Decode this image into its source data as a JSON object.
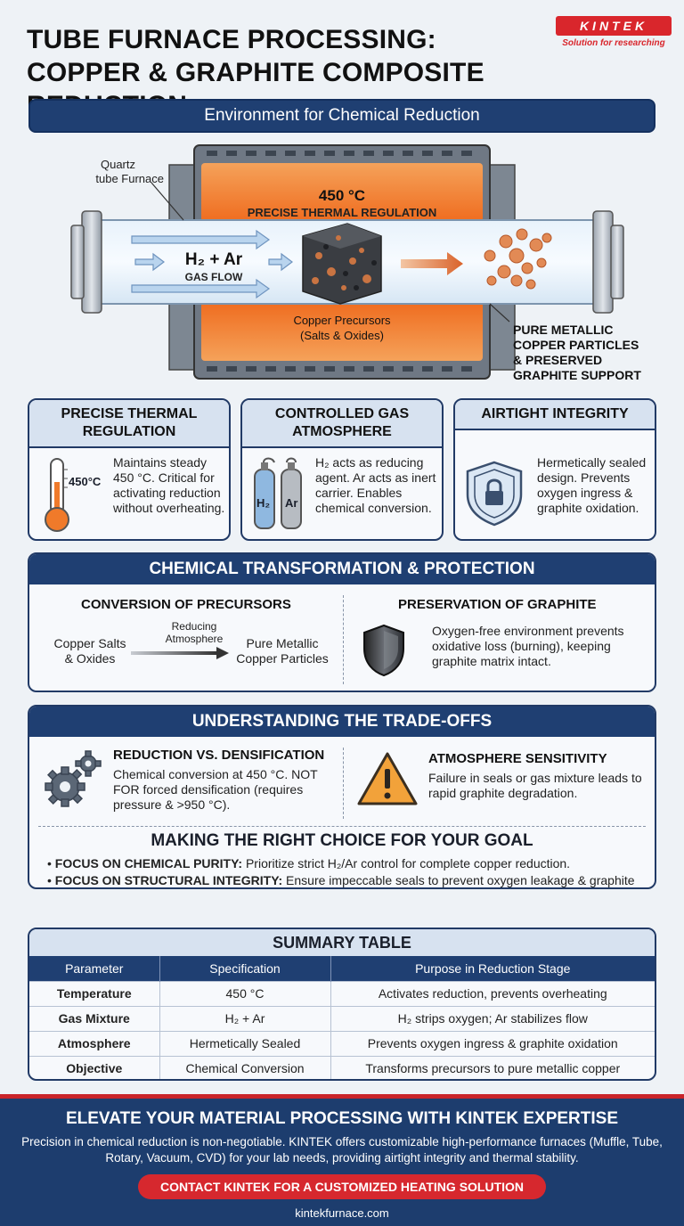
{
  "header": {
    "title_line1": "TUBE FURNACE PROCESSING:",
    "title_line2": "COPPER & GRAPHITE COMPOSITE REDUCTION",
    "logo_wordmark": "KINTEK",
    "logo_tagline": "Solution for researching"
  },
  "environment": {
    "bar_title": "Environment for Chemical Reduction",
    "quartz_label_1": "Quartz",
    "quartz_label_2": "tube Furnace",
    "temp": "450 °C",
    "regulation": "PRECISE THERMAL REGULATION",
    "gas_label": "H₂ + Ar",
    "gas_flow": "GAS FLOW",
    "precursors_1": "Copper Precursors",
    "precursors_2": "(Salts & Oxides)",
    "product_1": "PURE METALLIC",
    "product_2": "COPPER PARTICLES",
    "product_3": "& PRESERVED",
    "product_4": "GRAPHITE SUPPORT"
  },
  "cards": {
    "thermal": {
      "title": "PRECISE THERMAL REGULATION",
      "icon_label": "450°C",
      "text": "Maintains steady 450 °C. Critical for activating reduction without overheating."
    },
    "gas": {
      "title": "CONTROLLED GAS ATMOSPHERE",
      "cyl1": "H₂",
      "cyl2": "Ar",
      "text": "H₂ acts as reducing agent. Ar acts as inert carrier. Enables chemical conversion."
    },
    "airtight": {
      "title": "AIRTIGHT INTEGRITY",
      "text": "Hermetically sealed design. Prevents oxygen ingress & graphite oxidation."
    }
  },
  "transform": {
    "title": "CHEMICAL TRANSFORMATION & PROTECTION",
    "left_title": "CONVERSION OF PRECURSORS",
    "from_1": "Copper Salts",
    "from_2": "& Oxides",
    "arrow_1": "Reducing",
    "arrow_2": "Atmosphere",
    "to_1": "Pure Metallic",
    "to_2": "Copper Particles",
    "right_title": "PRESERVATION OF GRAPHITE",
    "right_text": "Oxygen-free environment prevents oxidative loss (burning), keeping graphite matrix intact."
  },
  "tradeoffs": {
    "title": "UNDERSTANDING THE TRADE-OFFS",
    "left_title": "REDUCTION VS. DENSIFICATION",
    "left_text": "Chemical conversion at 450 °C. NOT FOR forced densification (requires pressure & >950 °C).",
    "right_title": "ATMOSPHERE SENSITIVITY",
    "right_text": "Failure in seals or gas mixture leads to rapid graphite degradation.",
    "choice_title": "MAKING THE RIGHT CHOICE FOR YOUR GOAL",
    "b1_bold": "FOCUS ON CHEMICAL PURITY:",
    "b1_text": " Prioritize strict H₂/Ar control for complete copper reduction.",
    "b2_bold": "FOCUS ON STRUCTURAL INTEGRITY:",
    "b2_text": " Ensure impeccable seals to prevent oxygen leakage & graphite erosion."
  },
  "summary": {
    "title": "SUMMARY TABLE",
    "headers": [
      "Parameter",
      "Specification",
      "Purpose in Reduction Stage"
    ],
    "rows": [
      [
        "Temperature",
        "450 °C",
        "Activates reduction, prevents overheating"
      ],
      [
        "Gas Mixture",
        "H₂ + Ar",
        "H₂ strips oxygen; Ar stabilizes flow"
      ],
      [
        "Atmosphere",
        "Hermetically Sealed",
        "Prevents oxygen ingress & graphite oxidation"
      ],
      [
        "Objective",
        "Chemical Conversion",
        "Transforms precursors to pure metallic copper"
      ]
    ]
  },
  "footer": {
    "title": "ELEVATE YOUR MATERIAL PROCESSING WITH KINTEK EXPERTISE",
    "body": "Precision in chemical reduction is non-negotiable. KINTEK offers customizable high-performance furnaces (Muffle, Tube, Rotary, Vacuum, CVD) for your lab needs, providing airtight integrity and thermal stability.",
    "cta": "CONTACT KINTEK FOR A CUSTOMIZED HEATING SOLUTION",
    "site": "kintekfurnace.com"
  },
  "colors": {
    "navy": "#1f3f72",
    "red": "#d9262c",
    "orange": "#f07a2a",
    "copper": "#e0874a"
  }
}
